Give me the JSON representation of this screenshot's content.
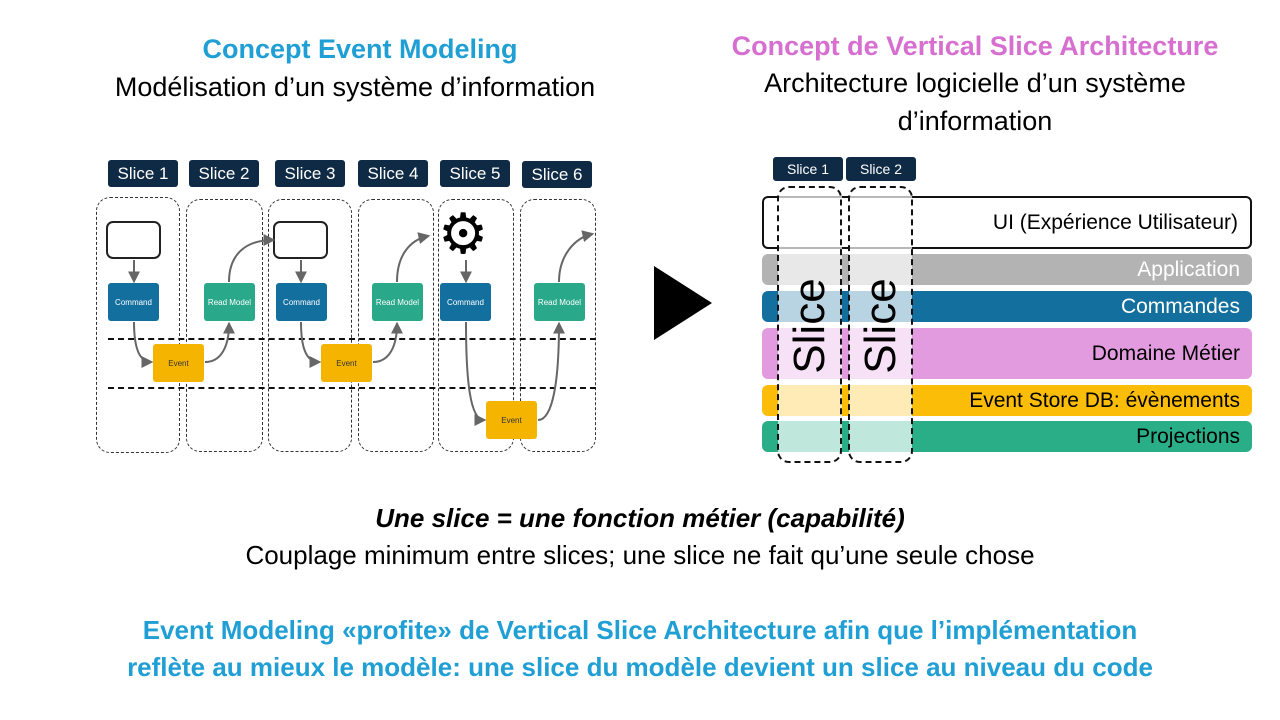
{
  "left": {
    "title": "Concept Event Modeling",
    "subtitle": "Modélisation d’un système d’information",
    "slices": [
      "Slice 1",
      "Slice 2",
      "Slice 3",
      "Slice 4",
      "Slice 5",
      "Slice 6"
    ],
    "blocks": {
      "command": "Command",
      "read_model": "Read Model",
      "event": "Event"
    }
  },
  "right": {
    "title": "Concept de Vertical Slice Architecture",
    "subtitle_line1": "Architecture logicielle d’un système",
    "subtitle_line2": "d’information",
    "slices": [
      "Slice 1",
      "Slice 2"
    ],
    "slice_word": "Slice",
    "layers": [
      {
        "label": "UI (Expérience Utilisateur)",
        "color": "#ffffff",
        "text_color": "#000000"
      },
      {
        "label": "Application",
        "color": "#b3b3b3",
        "text_color": "#ffffff"
      },
      {
        "label": "Commandes",
        "color": "#136f9e",
        "text_color": "#ffffff"
      },
      {
        "label": "Domaine Métier",
        "color": "#e39be0",
        "text_color": "#000000"
      },
      {
        "label": "Event Store DB: évènements",
        "color": "#fbbd08",
        "text_color": "#000000"
      },
      {
        "label": "Projections",
        "color": "#2aae88",
        "text_color": "#000000"
      }
    ]
  },
  "bottom": {
    "bold_line": "Une slice = une fonction métier (capabilité)",
    "line2": "Couplage minimum entre slices; une slice ne fait qu’une seule chose",
    "blue_line1": "Event Modeling «profite» de Vertical Slice Architecture afin que l’implémentation",
    "blue_line2": "reflète au mieux le modèle: une slice du modèle devient un slice au niveau du code"
  }
}
